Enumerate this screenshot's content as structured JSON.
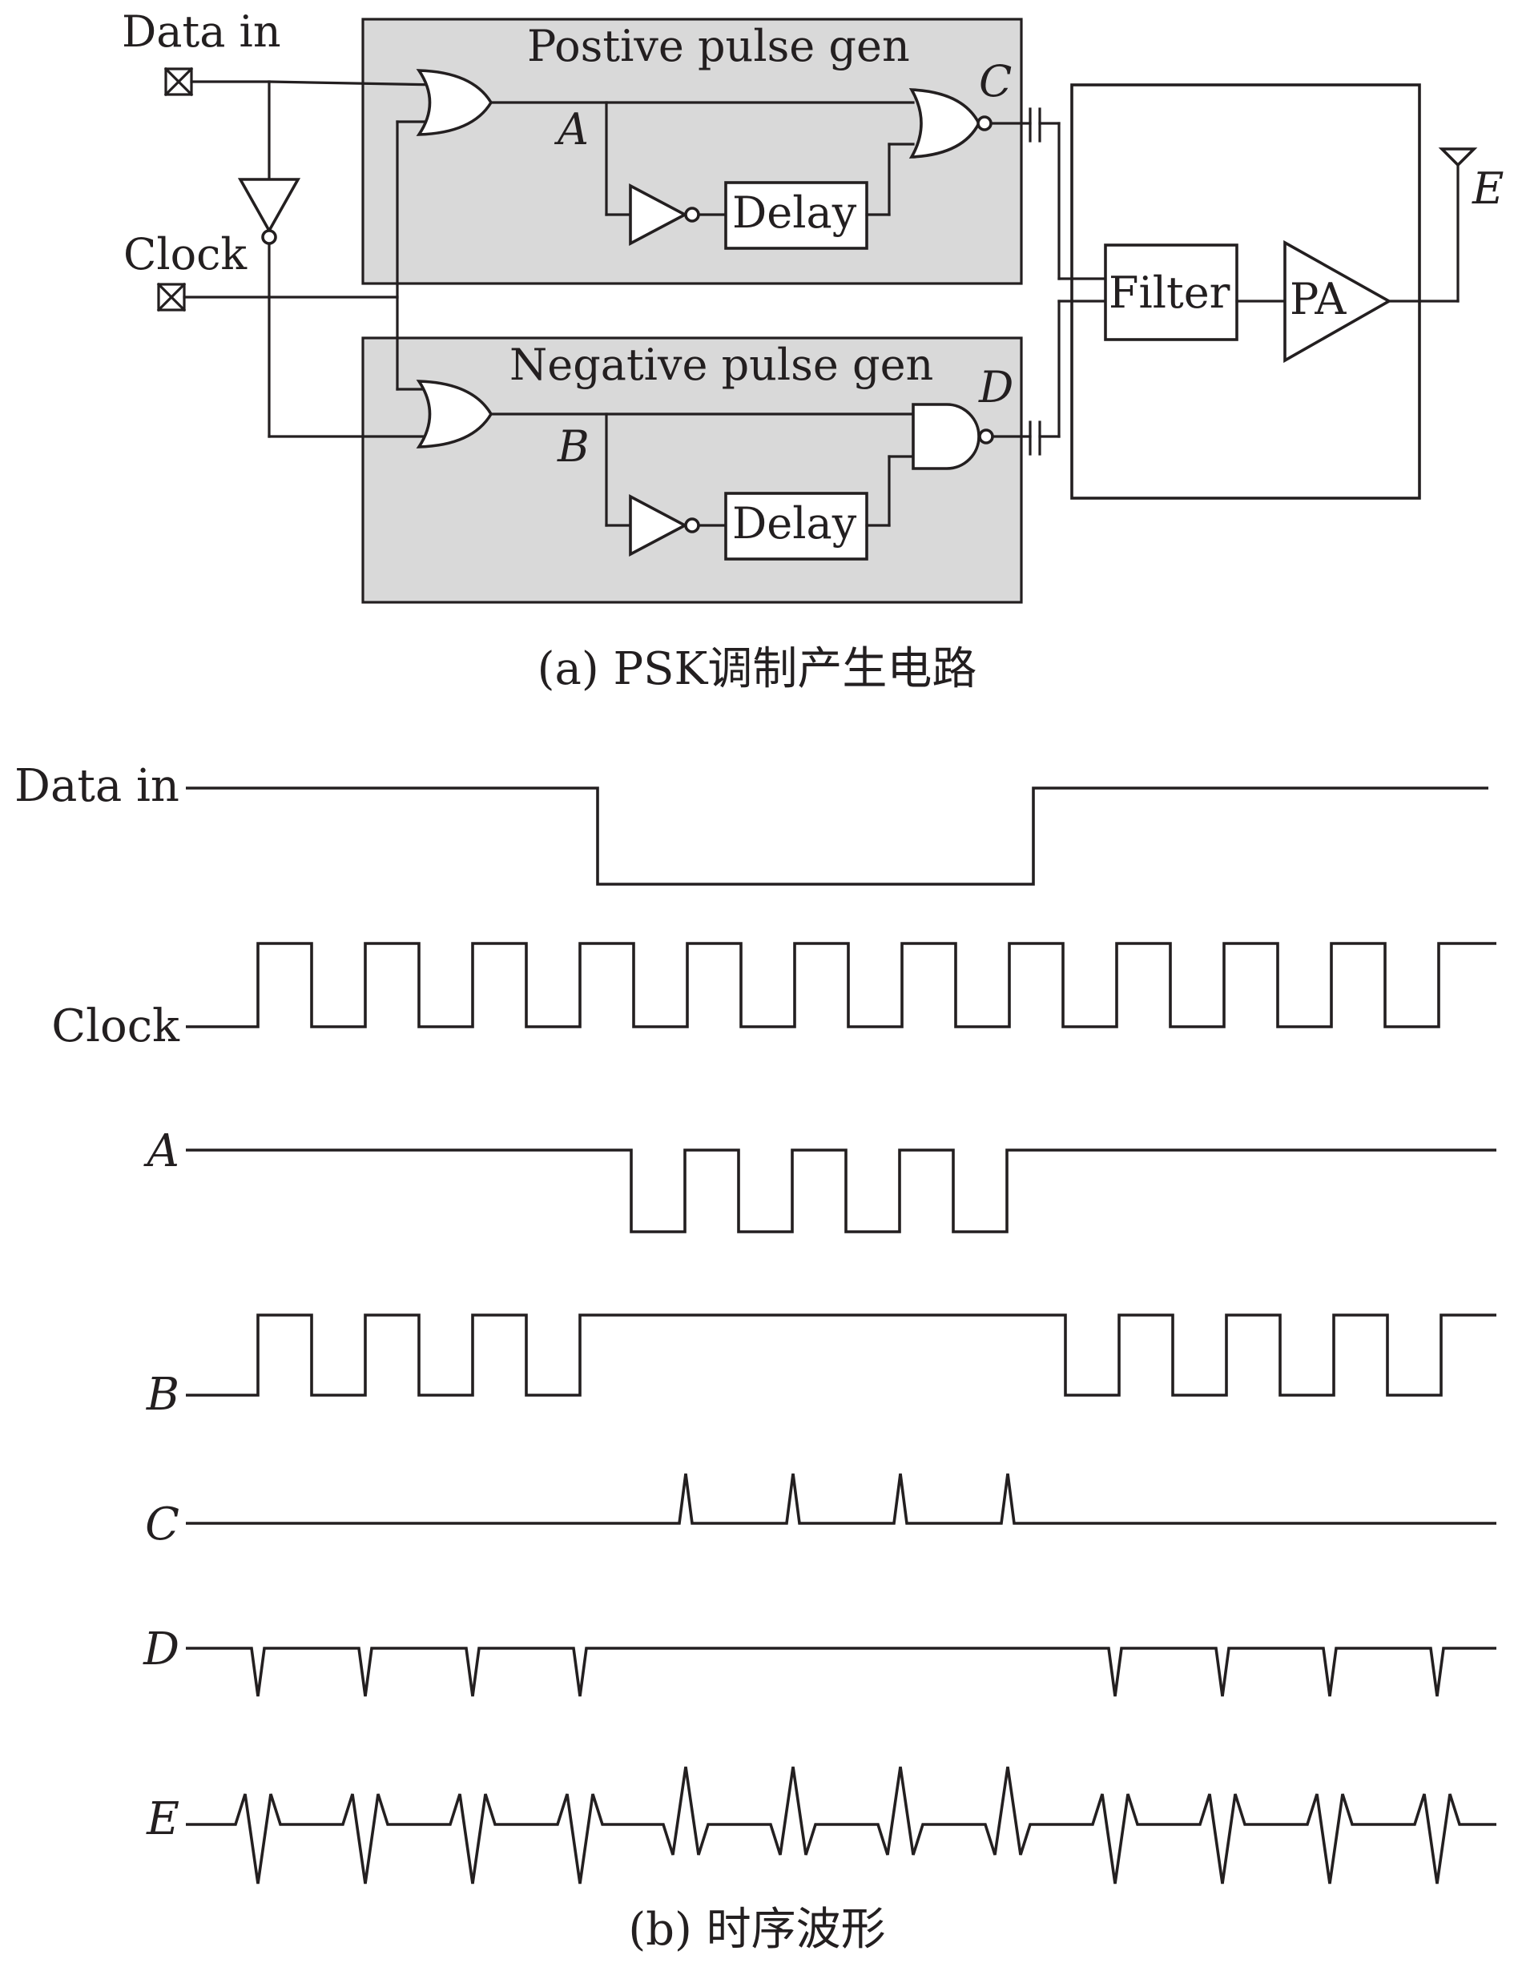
{
  "circuit": {
    "inputs": {
      "data_in": "Data in",
      "clock": "Clock"
    },
    "positive_block": {
      "title": "Postive pulse gen",
      "delay": "Delay"
    },
    "negative_block": {
      "title": "Negative pulse gen",
      "delay": "Delay"
    },
    "nodes": {
      "a": "A",
      "b": "B",
      "c": "C",
      "d": "D",
      "e": "E"
    },
    "filter": "Filter",
    "pa": "PA",
    "caption": "(a) PSK调制产生电路"
  },
  "timing": {
    "labels": {
      "data_in": "Data in",
      "clock": "Clock",
      "a": "A",
      "b": "B",
      "c": "C",
      "d": "D",
      "e": "E"
    },
    "caption": "(b) 时序波形"
  }
}
